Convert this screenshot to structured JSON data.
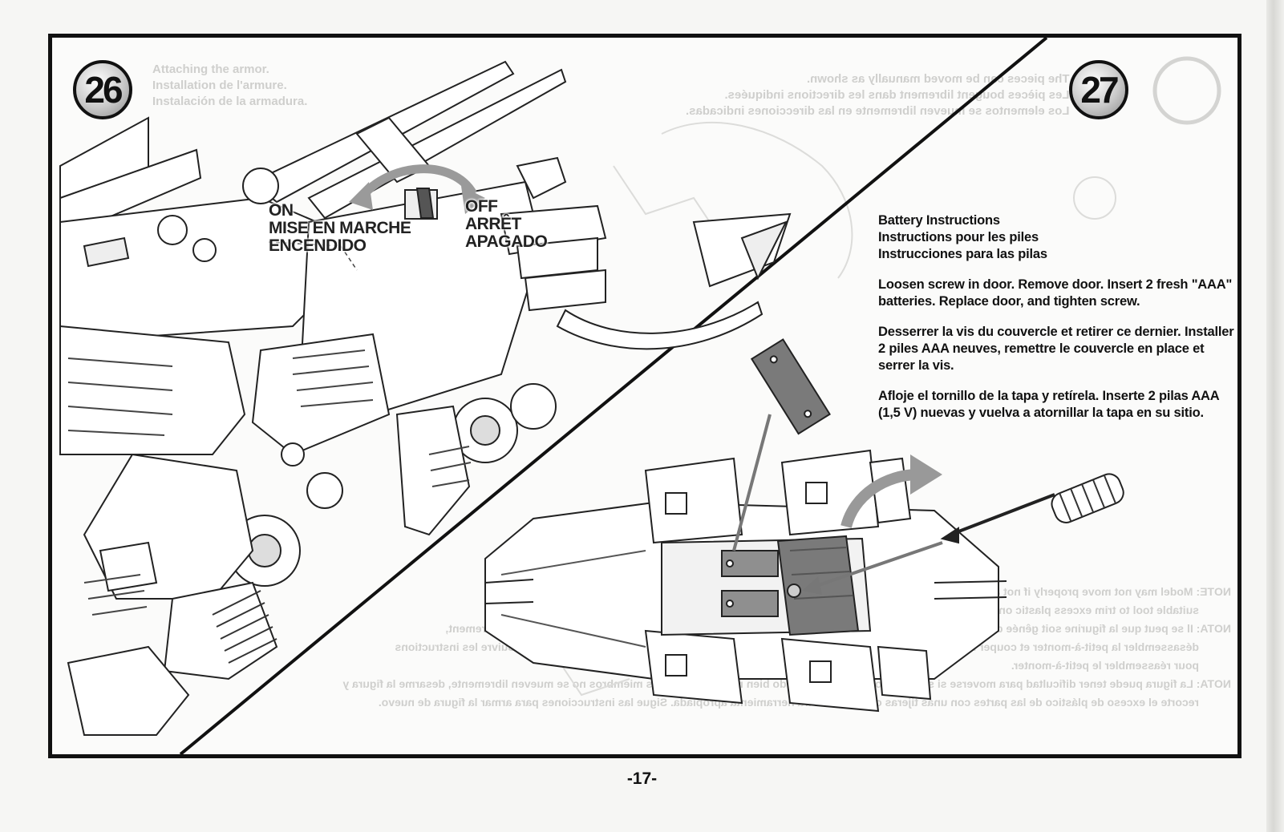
{
  "steps": {
    "left": {
      "number": "26"
    },
    "right": {
      "number": "27"
    }
  },
  "switch_labels": {
    "on": [
      "ON",
      "MISE EN MARCHE",
      "ENCENDIDO"
    ],
    "off": [
      "OFF",
      "ARRÊT",
      "APAGADO"
    ]
  },
  "battery": {
    "headings": [
      "Battery Instructions",
      "Instructions pour les piles",
      "Instrucciones para las pilas"
    ],
    "paragraphs": [
      "Loosen screw in door. Remove door. Insert 2 fresh \"AAA\" batteries. Replace door, and tighten screw.",
      "Desserrer la vis du couvercle et retirer ce dernier. Installer 2 piles AAA neuves, remettre le couvercle en place et serrer la vis.",
      "Afloje el tornillo de la tapa y retírela. Inserte 2 pilas AAA (1,5 V) nuevas y vuelva a atornillar la tapa en su sitio."
    ]
  },
  "ghost_text": {
    "top_left": [
      "Attaching the armor.",
      "Installation de l'armure.",
      "Instalación de la armadura."
    ],
    "top_right": [
      "The pieces can be moved manually as shown.",
      "Les pièces bougent librement dans les directions indiquées.",
      "Los elementos se mueven libremente en las direcciones indicadas."
    ],
    "notes": [
      "NOTE: Model may not move properly if not assembled correctly. If model does not move freely, disassemble model and use a",
      "suitable tool to trim excess plastic on parts. Follow instructions to reassemble model.",
      "NOTA: Il se peut que la figurine soit gênée dans ses mouvements si elle n'est pas parfaitement ébarbée. Si ses membres ne bougent pas librement,",
      "désassembler la petit-à-monter et couper l'excédent de plastique des pièces à l'aide de ciseaux ou de tout autre outil approprié. Suivre les instructions",
      "pour réassembler le petit-à-monter.",
      "NOTA: La figura puede tener dificultad para moverse si sus componentes no han sido bien recortados. Si sus miembros no se mueven libremente, desarme la figura y",
      "recorte el exceso de plástico de las partes con unas tijeras o cualquier otra herramienta apropiada. Sigue las instrucciones para armar la figura de nuevo."
    ]
  },
  "page_number": "-17-"
}
